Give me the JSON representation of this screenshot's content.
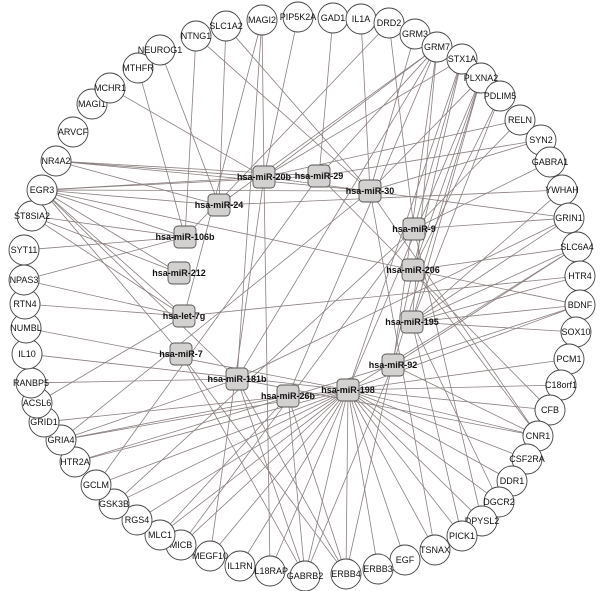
{
  "mirnas": [
    "hsa-miR-20b",
    "hsa-miR-29",
    "hsa-miR-30",
    "hsa-miR-24",
    "hsa-miR-106b",
    "hsa-miR-9",
    "hsa-miR-206",
    "hsa-miR-212",
    "hsa-let-7g",
    "hsa-miR-195",
    "hsa-miR-7",
    "hsa-miR-92",
    "hsa-miR-181b",
    "hsa-miR-26b",
    "hsa-miR-198"
  ],
  "genes": [
    "MAGI2",
    "PIP5K2A",
    "GAD1",
    "IL1A",
    "DRD2",
    "GRM3",
    "GRM7",
    "STX1A",
    "PLXNA2",
    "PDLIM5",
    "RELN",
    "SYN2",
    "GABRA1",
    "YWHAH",
    "GRIN1",
    "SLC6A4",
    "HTR4",
    "BDNF",
    "SOX10",
    "PCM1",
    "C18orf1",
    "CFB",
    "CNR1",
    "CSF2RA",
    "DDR1",
    "DGCR2",
    "DPYSL2",
    "PICK1",
    "TSNAX",
    "EGF",
    "ERBB3",
    "ERBB4",
    "GABRB2",
    "IL18RAP",
    "IL1RN",
    "MEGF10",
    "MICB",
    "MLC1",
    "RGS4",
    "GSK3B",
    "GCLM",
    "HTR2A",
    "GRIA4",
    "GRID1",
    "ACSL6",
    "RANBP5",
    "IL10",
    "NUMBL",
    "RTN4",
    "NPAS3",
    "SYT11",
    "ST8SIA2",
    "EGR3",
    "NR4A2",
    "ARVCF",
    "MAGI1",
    "MCHR1",
    "MTHFR",
    "NEUROG1",
    "NTNG1",
    "SLC1A2"
  ],
  "edges": [
    [
      "hsa-miR-20b",
      "MAGI2"
    ],
    [
      "hsa-miR-20b",
      "PIP5K2A"
    ],
    [
      "hsa-miR-20b",
      "GRM7"
    ],
    [
      "hsa-miR-20b",
      "STX1A"
    ],
    [
      "hsa-miR-20b",
      "NR4A2"
    ],
    [
      "hsa-miR-20b",
      "EGR3"
    ],
    [
      "hsa-miR-20b",
      "RELN"
    ],
    [
      "hsa-miR-20b",
      "GRIN1"
    ],
    [
      "hsa-miR-20b",
      "MCHR1"
    ],
    [
      "hsa-miR-20b",
      "IL18RAP"
    ],
    [
      "hsa-miR-20b",
      "MEGF10"
    ],
    [
      "hsa-miR-29",
      "GAD1"
    ],
    [
      "hsa-miR-29",
      "GRM7"
    ],
    [
      "hsa-miR-29",
      "NR4A2"
    ],
    [
      "hsa-miR-29",
      "SYN2"
    ],
    [
      "hsa-miR-29",
      "GCLM"
    ],
    [
      "hsa-miR-29",
      "CFB"
    ],
    [
      "hsa-miR-29",
      "EGR3"
    ],
    [
      "hsa-miR-30",
      "IL1A"
    ],
    [
      "hsa-miR-30",
      "GRM3"
    ],
    [
      "hsa-miR-30",
      "PLXNA2"
    ],
    [
      "hsa-miR-30",
      "SYN2"
    ],
    [
      "hsa-miR-30",
      "NR4A2"
    ],
    [
      "hsa-miR-30",
      "NTNG1"
    ],
    [
      "hsa-miR-30",
      "SLC1A2"
    ],
    [
      "hsa-miR-30",
      "EGR3"
    ],
    [
      "hsa-miR-30",
      "TSNAX"
    ],
    [
      "hsa-miR-30",
      "GRIA4"
    ],
    [
      "hsa-miR-30",
      "CNR1"
    ],
    [
      "hsa-miR-24",
      "NR4A2"
    ],
    [
      "hsa-miR-24",
      "EGR3"
    ],
    [
      "hsa-miR-24",
      "SLC1A2"
    ],
    [
      "hsa-miR-24",
      "GRM7"
    ],
    [
      "hsa-miR-24",
      "NEUROG1"
    ],
    [
      "hsa-miR-24",
      "YWHAH"
    ],
    [
      "hsa-miR-106b",
      "EGR3"
    ],
    [
      "hsa-miR-106b",
      "NTNG1"
    ],
    [
      "hsa-miR-106b",
      "DRD2"
    ],
    [
      "hsa-miR-106b",
      "NPAS3"
    ],
    [
      "hsa-miR-106b",
      "ST8SIA2"
    ],
    [
      "hsa-miR-106b",
      "SYT11"
    ],
    [
      "hsa-miR-106b",
      "MTHFR"
    ],
    [
      "hsa-miR-9",
      "DRD2"
    ],
    [
      "hsa-miR-9",
      "STX1A"
    ],
    [
      "hsa-miR-9",
      "RELN"
    ],
    [
      "hsa-miR-9",
      "GABRA1"
    ],
    [
      "hsa-miR-9",
      "GRIN1"
    ],
    [
      "hsa-miR-9",
      "MICB"
    ],
    [
      "hsa-miR-9",
      "GSK3B"
    ],
    [
      "hsa-miR-9",
      "DPYSL2"
    ],
    [
      "hsa-miR-206",
      "STX1A"
    ],
    [
      "hsa-miR-206",
      "PLXNA2"
    ],
    [
      "hsa-miR-206",
      "SLC6A4"
    ],
    [
      "hsa-miR-206",
      "BDNF"
    ],
    [
      "hsa-miR-206",
      "EGR3"
    ],
    [
      "hsa-miR-206",
      "ERBB4"
    ],
    [
      "hsa-miR-206",
      "CNR1"
    ],
    [
      "hsa-miR-206",
      "PDLIM5"
    ],
    [
      "hsa-miR-212",
      "EGR3"
    ],
    [
      "hsa-miR-212",
      "ST8SIA2"
    ],
    [
      "hsa-let-7g",
      "EGR3"
    ],
    [
      "hsa-let-7g",
      "ST8SIA2"
    ],
    [
      "hsa-let-7g",
      "HTR4"
    ],
    [
      "hsa-let-7g",
      "ACSL6"
    ],
    [
      "hsa-let-7g",
      "NPAS3"
    ],
    [
      "hsa-let-7g",
      "RTN4"
    ],
    [
      "hsa-let-7g",
      "MAGI2"
    ],
    [
      "hsa-miR-195",
      "GRM7"
    ],
    [
      "hsa-miR-195",
      "PLXNA2"
    ],
    [
      "hsa-miR-195",
      "PDLIM5"
    ],
    [
      "hsa-miR-195",
      "HTR4"
    ],
    [
      "hsa-miR-195",
      "BDNF"
    ],
    [
      "hsa-miR-195",
      "SLC6A4"
    ],
    [
      "hsa-miR-195",
      "GRIN1"
    ],
    [
      "hsa-miR-195",
      "YWHAH"
    ],
    [
      "hsa-miR-195",
      "DGCR2"
    ],
    [
      "hsa-miR-195",
      "PICK1"
    ],
    [
      "hsa-miR-195",
      "SOX10"
    ],
    [
      "hsa-miR-7",
      "EGR3"
    ],
    [
      "hsa-miR-7",
      "ERBB4"
    ],
    [
      "hsa-miR-7",
      "GABRB2"
    ],
    [
      "hsa-miR-92",
      "PLXNA2"
    ],
    [
      "hsa-miR-92",
      "GRM7"
    ],
    [
      "hsa-miR-92",
      "BDNF"
    ],
    [
      "hsa-miR-92",
      "SLC6A4"
    ],
    [
      "hsa-miR-92",
      "CNR1"
    ],
    [
      "hsa-miR-92",
      "GABRB2"
    ],
    [
      "hsa-miR-92",
      "HTR2A"
    ],
    [
      "hsa-miR-181b",
      "GRM7"
    ],
    [
      "hsa-miR-181b",
      "GRIN1"
    ],
    [
      "hsa-miR-181b",
      "GRIA4"
    ],
    [
      "hsa-miR-181b",
      "RANBP5"
    ],
    [
      "hsa-miR-181b",
      "GABRB2"
    ],
    [
      "hsa-miR-181b",
      "ERBB4"
    ],
    [
      "hsa-miR-181b",
      "EGR3"
    ],
    [
      "hsa-miR-181b",
      "MAGI2"
    ],
    [
      "hsa-miR-181b",
      "CNR1"
    ],
    [
      "hsa-miR-26b",
      "GRM7"
    ],
    [
      "hsa-miR-26b",
      "ERBB4"
    ],
    [
      "hsa-miR-26b",
      "GRIA4"
    ],
    [
      "hsa-miR-26b",
      "GABRB2"
    ],
    [
      "hsa-miR-26b",
      "MLC1"
    ],
    [
      "hsa-miR-198",
      "STX1A"
    ],
    [
      "hsa-miR-198",
      "PLXNA2"
    ],
    [
      "hsa-miR-198",
      "C18orf1"
    ],
    [
      "hsa-miR-198",
      "PCM1"
    ],
    [
      "hsa-miR-198",
      "CFB"
    ],
    [
      "hsa-miR-198",
      "CNR1"
    ],
    [
      "hsa-miR-198",
      "CSF2RA"
    ],
    [
      "hsa-miR-198",
      "DDR1"
    ],
    [
      "hsa-miR-198",
      "DGCR2"
    ],
    [
      "hsa-miR-198",
      "DPYSL2"
    ],
    [
      "hsa-miR-198",
      "PICK1"
    ],
    [
      "hsa-miR-198",
      "TSNAX"
    ],
    [
      "hsa-miR-198",
      "EGF"
    ],
    [
      "hsa-miR-198",
      "ERBB3"
    ],
    [
      "hsa-miR-198",
      "ERBB4"
    ],
    [
      "hsa-miR-198",
      "GABRB2"
    ],
    [
      "hsa-miR-198",
      "IL18RAP"
    ],
    [
      "hsa-miR-198",
      "IL1RN"
    ],
    [
      "hsa-miR-198",
      "MEGF10"
    ],
    [
      "hsa-miR-198",
      "MICB"
    ],
    [
      "hsa-miR-198",
      "MLC1"
    ],
    [
      "hsa-miR-198",
      "RGS4"
    ],
    [
      "hsa-miR-198",
      "GSK3B"
    ],
    [
      "hsa-miR-198",
      "GCLM"
    ],
    [
      "hsa-miR-198",
      "HTR2A"
    ],
    [
      "hsa-miR-198",
      "GRID1"
    ],
    [
      "hsa-miR-198",
      "GRIA4"
    ],
    [
      "hsa-miR-198",
      "IL10"
    ],
    [
      "hsa-miR-198",
      "NUMBL"
    ],
    [
      "hsa-miR-198",
      "BDNF"
    ],
    [
      "hsa-miR-198",
      "SLC6A4"
    ]
  ]
}
